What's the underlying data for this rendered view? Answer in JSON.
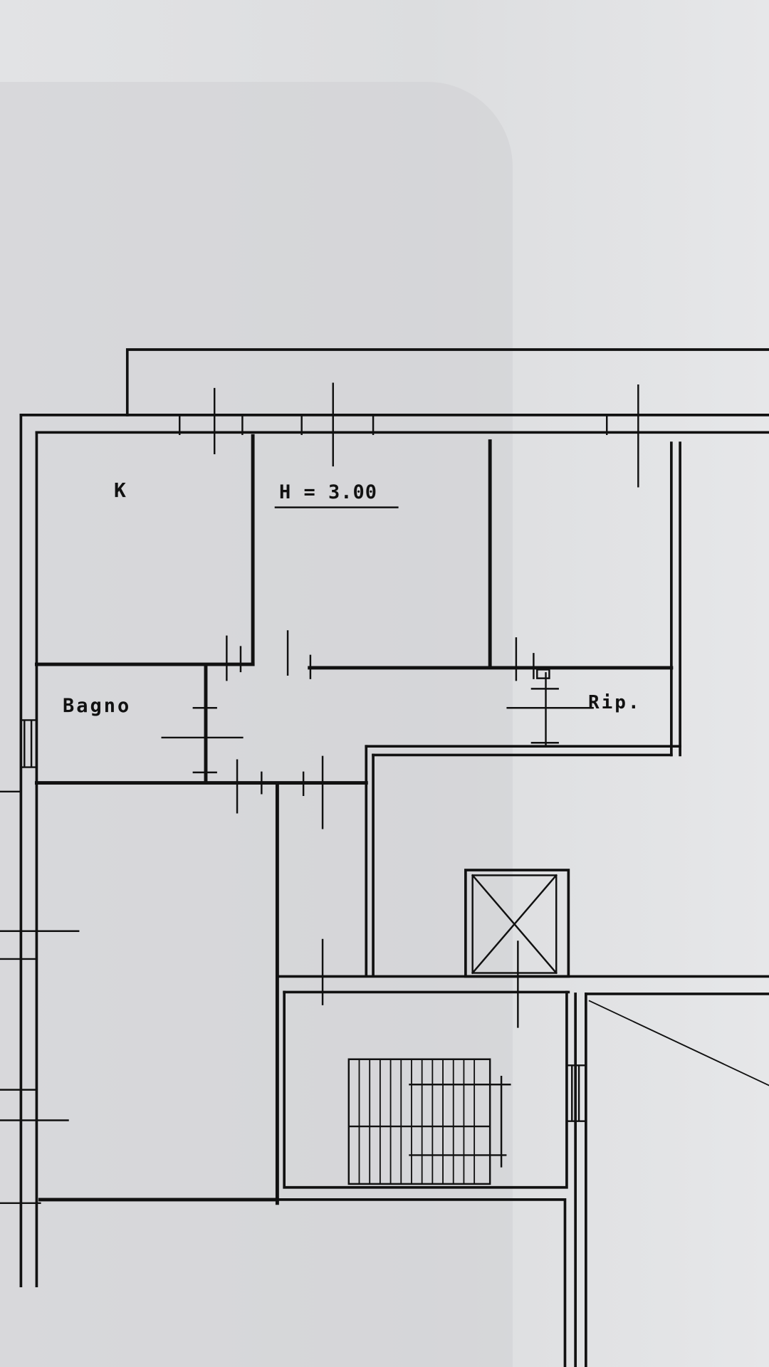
{
  "plan": {
    "rooms": {
      "kitchen": "K",
      "bathroom": "Bagno",
      "storage": "Rip."
    },
    "ceiling_height": "H = 3.00"
  },
  "colors": {
    "ink": "#111111",
    "paper": "#e0e1e3"
  }
}
